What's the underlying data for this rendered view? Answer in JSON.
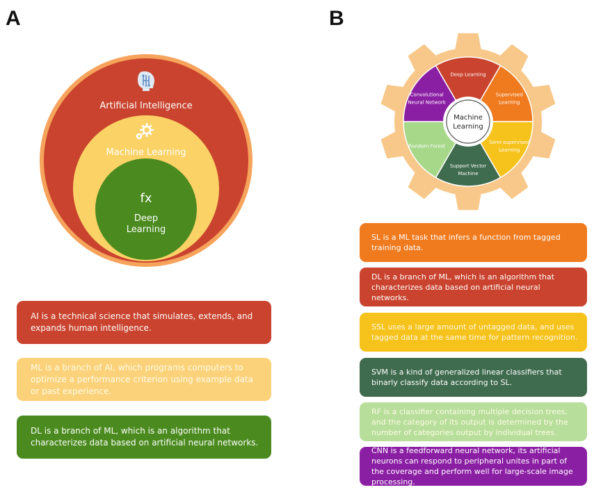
{
  "panels": {
    "a_label": "A",
    "b_label": "B"
  },
  "venn": {
    "outer": {
      "label": "Artificial Intelligence",
      "icon": "ai-head-icon",
      "color": "#c9432e"
    },
    "middle": {
      "label": "Machine Learning",
      "icon": "gears-icon",
      "color": "#fbd266"
    },
    "inner": {
      "symbol": "fx",
      "label_line1": "Deep",
      "label_line2": "Learning",
      "color": "#4a8a1e"
    },
    "ring_color": "#f6a35b"
  },
  "gear": {
    "center_line1": "Machine",
    "center_line2": "Learning",
    "gear_color": "#f8c88a",
    "segments": [
      {
        "line1": "Deep Learning",
        "line2": "",
        "color": "#c9432e"
      },
      {
        "line1": "Supervised",
        "line2": "Learning",
        "color": "#f07a1e"
      },
      {
        "line1": "Semi-supervised",
        "line2": "Learning",
        "color": "#f6c21c"
      },
      {
        "line1": "Support Vector",
        "line2": "Machine",
        "color": "#3f6b4e"
      },
      {
        "line1": "Random Forest",
        "line2": "",
        "color": "#a7d88a"
      },
      {
        "line1": "Convolutional",
        "line2": "Neural Network",
        "color": "#8b1fa4"
      }
    ]
  },
  "definitions_a": [
    {
      "text": "AI is a technical science that simulates, extends, and expands human intelligence.",
      "color": "#c9432e"
    },
    {
      "text": "ML is a branch of AI, which programs computers to optimize a performance criterion using example data or past experience.",
      "color": "#fbd27a"
    },
    {
      "text": "DL is a branch of ML, which is an algorithm that characterizes data based on artificial neural networks.",
      "color": "#4a8a1e"
    }
  ],
  "definitions_b": [
    {
      "text": "SL is a ML task that infers a function from tagged training data.",
      "color": "#f07a1e"
    },
    {
      "text": "DL is a branch of ML, which is an algorithm that characterizes data based on artificial neural networks.",
      "color": "#c9432e"
    },
    {
      "text": "SSL uses a large amount of untagged data, and uses tagged data at the same time for pattern recognition.",
      "color": "#f6c21c"
    },
    {
      "text": "SVM is a kind of generalized linear classifiers that binarly classify data according to SL.",
      "color": "#3f6b4e"
    },
    {
      "text": "RF is a classifier containing multiple decision trees, and the category of its output is determined by the number of categories output by individual trees.",
      "color": "#b7de9a"
    },
    {
      "text": "CNN is a feedforward neural network, its artificial neurons can respond to peripheral unites in part of the coverage and perform well for large-scale image processing.",
      "color": "#8b1fa4"
    }
  ]
}
